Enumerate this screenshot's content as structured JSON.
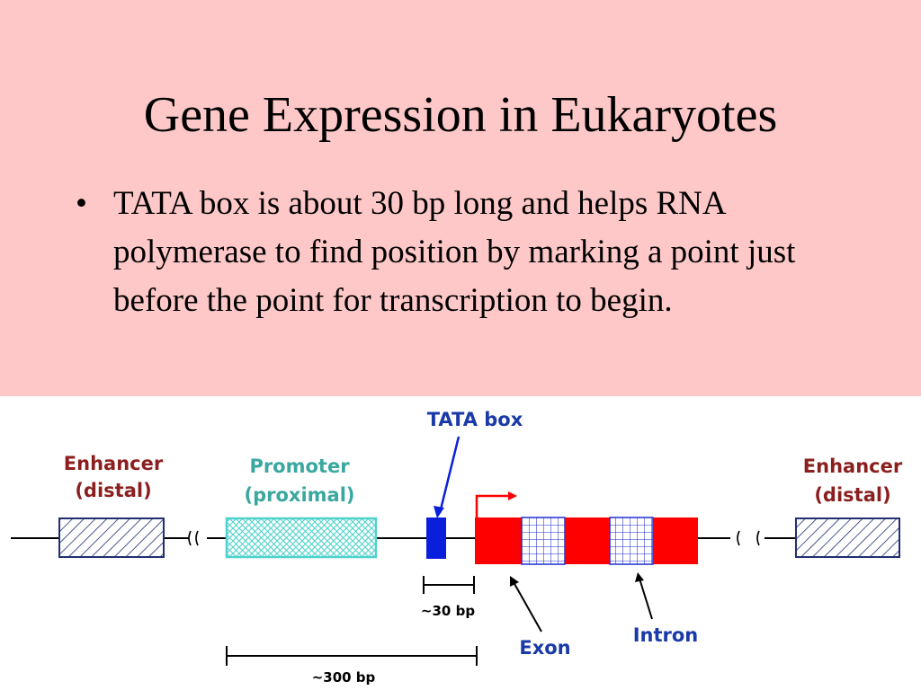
{
  "slide": {
    "title": "Gene Expression in Eukaryotes",
    "bullet_symbol": "•",
    "bullet_text": "TATA box is about 30 bp long and helps RNA polymerase to find position by marking a point just before the point for transcription to begin."
  },
  "diagram": {
    "labels": {
      "tata_box": "TATA box",
      "enhancer_left_line1": "Enhancer",
      "enhancer_left_line2": "(distal)",
      "promoter_line1": "Promoter",
      "promoter_line2": "(proximal)",
      "enhancer_right_line1": "Enhancer",
      "enhancer_right_line2": "(distal)",
      "span_30bp": "~30 bp",
      "span_300bp": "~300 bp",
      "exon": "Exon",
      "intron": "Intron"
    },
    "colors": {
      "label_dark_red": "#8b1f1f",
      "label_teal": "#3aa8a0",
      "label_blue": "#1a3aa8",
      "enhancer_box": "#1f2f6f",
      "promoter_box": "#4fd2cc",
      "tata_box": "#0a1fdc",
      "exon": "#ff0000",
      "intron_grid": "#1f2fd0",
      "dna_line": "#000000"
    }
  }
}
